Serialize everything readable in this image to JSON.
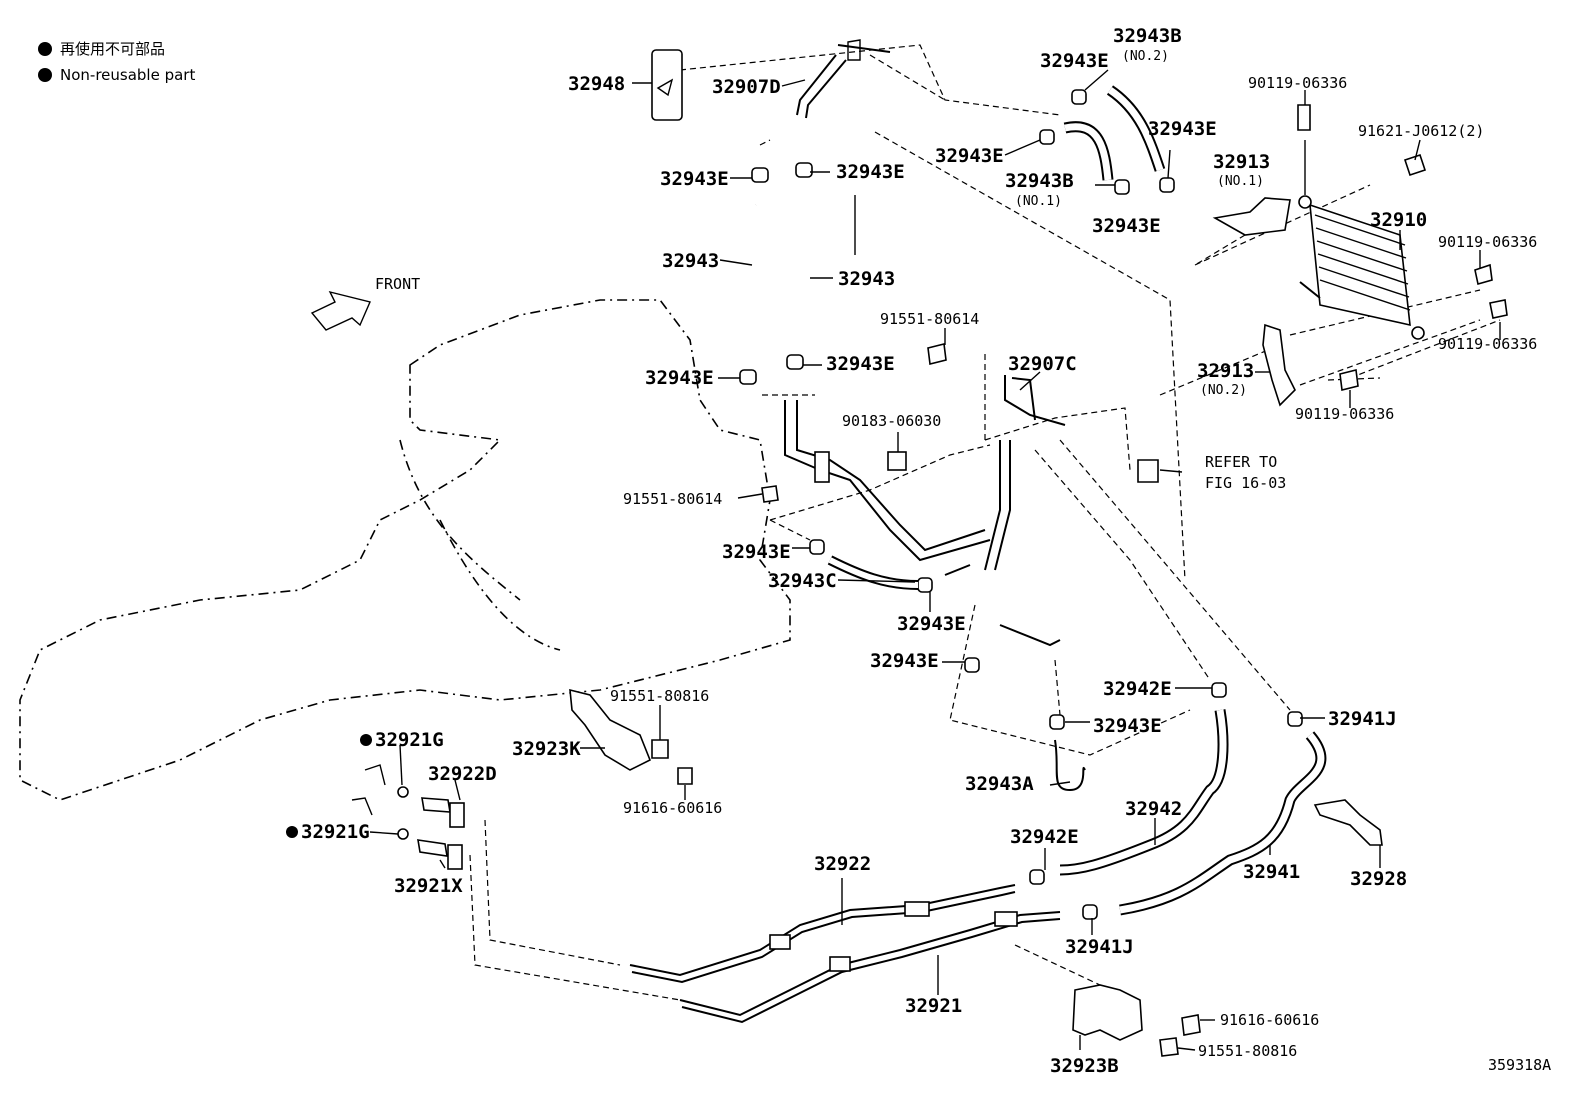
{
  "legend": {
    "line_jp": "再使用不可部品",
    "line_en": "Non-reusable part"
  },
  "front_label": "FRONT",
  "figure_id": "359318A",
  "refer": {
    "line1": "REFER TO",
    "line2": "FIG 16-03"
  },
  "labels": {
    "p32948": "32948",
    "p32907D": "32907D",
    "p32943E_a": "32943E",
    "p32943B_no2": "32943B",
    "no2_a": "(NO.2)",
    "p90119_a": "90119-06336",
    "p32943E_b": "32943E",
    "p91621": "91621-J0612(2)",
    "p32943E_c": "32943E",
    "p32913_no1": "32913",
    "no1_a": "(NO.1)",
    "p32943B_no1": "32943B",
    "no1_b": "(NO.1)",
    "p32910": "32910",
    "p32943E_d": "32943E",
    "p90119_b": "90119-06336",
    "p32943E_e": "32943E",
    "p32943E_f": "32943E",
    "p32943_a": "32943",
    "p32943_b": "32943",
    "p91551_a": "91551-80614",
    "p32907C": "32907C",
    "p32943E_g": "32943E",
    "p32943E_h": "32943E",
    "p32913_no2": "32913",
    "no2_b": "(NO.2)",
    "p90119_c": "90119-06336",
    "p90119_d": "90119-06336",
    "p90183": "90183-06030",
    "p91551_b": "91551-80614",
    "p32943E_i": "32943E",
    "p32943C": "32943C",
    "p32943E_j": "32943E",
    "p32943E_k": "32943E",
    "p32942E_a": "32942E",
    "p32941J_a": "32941J",
    "p32943E_l": "32943E",
    "p91551_c": "91551-80816",
    "p32923K": "32923K",
    "p32921G_a": "32921G",
    "p32922D": "32922D",
    "p91616_a": "91616-60616",
    "p32943A": "32943A",
    "p32942": "32942",
    "p32921G_b": "32921G",
    "p32921X": "32921X",
    "p32942E_b": "32942E",
    "p32941": "32941",
    "p32928": "32928",
    "p32922": "32922",
    "p32941J_b": "32941J",
    "p32921": "32921",
    "p91616_b": "91616-60616",
    "p91551_d": "91551-80816",
    "p32923B": "32923B"
  }
}
